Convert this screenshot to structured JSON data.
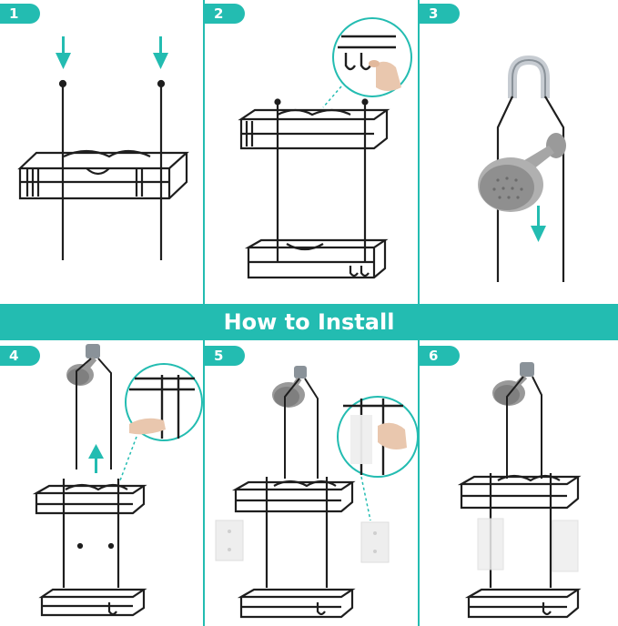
{
  "banner": {
    "title": "How to Install"
  },
  "steps": [
    {
      "number": "1"
    },
    {
      "number": "2"
    },
    {
      "number": "3"
    },
    {
      "number": "4"
    },
    {
      "number": "5"
    },
    {
      "number": "6"
    }
  ],
  "colors": {
    "accent": "#23bcb1",
    "caddy": "#1e1e1e",
    "chrome": "#9a9a9a",
    "pad": "#eeeeee"
  },
  "icons": [
    "down-arrow-icon",
    "up-arrow-icon",
    "shower-head-icon",
    "caddy-icon",
    "adhesive-pad-icon",
    "hand-icon"
  ]
}
